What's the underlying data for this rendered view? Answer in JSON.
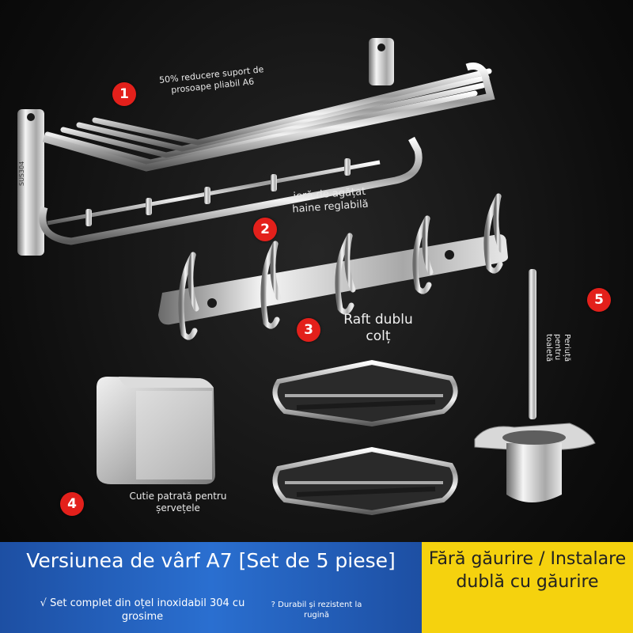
{
  "items": [
    {
      "number": "1",
      "label": "50% reducere suport de prosoape pliabil A6",
      "product": "towel-rack"
    },
    {
      "number": "2",
      "label": "ieră de agățat haine reglabilă",
      "product": "coat-hook-rail"
    },
    {
      "number": "3",
      "label": "Raft dublu colț",
      "product": "corner-shelf"
    },
    {
      "number": "4",
      "label": "Cutie patrată pentru șervețele",
      "product": "tissue-box"
    },
    {
      "number": "5",
      "label": "Periuță pentru toaletă",
      "product": "toilet-brush"
    }
  ],
  "rack_stamp": "SUS304",
  "footer": {
    "title": "Versiunea de vârf A7 [Set de 5 piese]",
    "note_material": "√ Set complet din oțel inoxidabil 304 cu grosime",
    "note_rust": "? Durabil și rezistent la rugină",
    "install": "Fără găurire / Instalare dublă cu găurire"
  },
  "colors": {
    "background": "#0d0d0d",
    "badge": "#e3201b",
    "footer_blue": "#2a6fd0",
    "footer_yellow": "#f5d20e"
  }
}
